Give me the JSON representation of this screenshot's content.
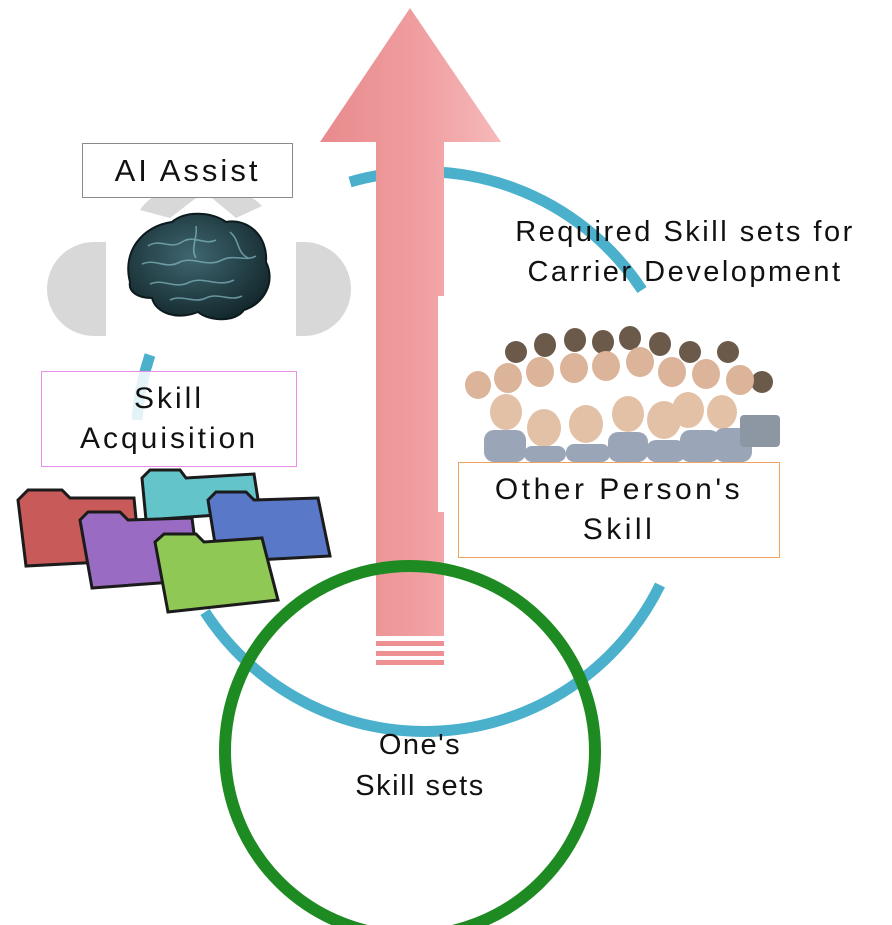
{
  "diagram": {
    "labels": {
      "ai_assist": "AI Assist",
      "skill_acquisition_line1": "Skill",
      "skill_acquisition_line2": "Acquisition",
      "required_line1": "Required Skill sets for",
      "required_line2": "Carrier Development",
      "other_skill_line1": "Other Person's",
      "other_skill_line2": "Skill",
      "ones_line1": "One's",
      "ones_line2": "Skill sets"
    },
    "colors": {
      "arrow": "#ee8f92",
      "cycle_ring": "#4ab0cc",
      "base_circle": "#1e8a22",
      "ai_box_border": "#8a8a8a",
      "skill_box_border": "#e98fe8",
      "other_box_border": "#f0a35c"
    },
    "icons": {
      "ai": "brain-icon",
      "acquisition": "folders-icon",
      "others": "crowd-photo"
    }
  }
}
